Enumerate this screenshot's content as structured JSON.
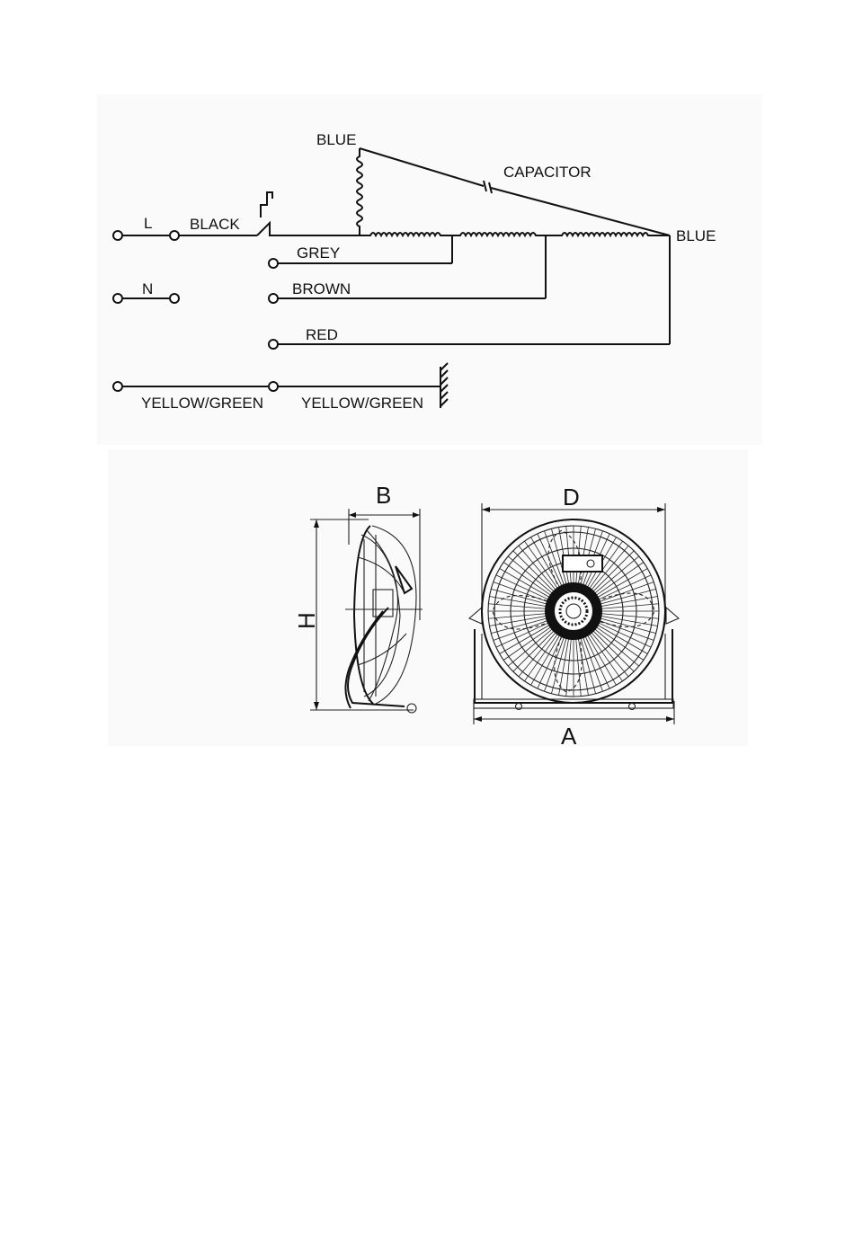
{
  "wiring_diagram": {
    "supply": {
      "line": "L",
      "neutral": "N"
    },
    "wires": {
      "black": "BLACK",
      "blue_top": "BLUE",
      "blue_right": "BLUE",
      "capacitor": "CAPACITOR",
      "grey": "GREY",
      "brown": "BROWN",
      "red": "RED",
      "earth_left": "YELLOW/GREEN",
      "earth_right": "YELLOW/GREEN"
    }
  },
  "dimension_drawing": {
    "labels": {
      "depth": "B",
      "height": "H",
      "diameter": "D",
      "width": "A"
    }
  }
}
